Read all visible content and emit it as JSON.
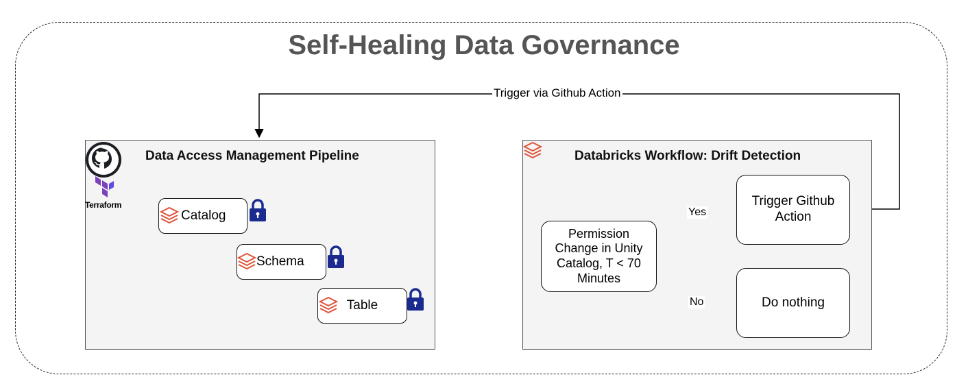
{
  "title": "Self-Healing Data Governance",
  "trigger_label": "Trigger via Github Action",
  "left_panel": {
    "title": "Data Access Management Pipeline",
    "terraform_label": "Terraform",
    "nodes": {
      "catalog": "Catalog",
      "schema": "Schema",
      "table": "Table"
    }
  },
  "right_panel": {
    "title": "Databricks Workflow: Drift Detection",
    "condition": "Permission\nChange in Unity\nCatalog, T < 70\nMinutes",
    "yes_label": "Yes",
    "no_label": "No",
    "trigger_node": "Trigger Github\nAction",
    "nothing_node": "Do nothing"
  },
  "colors": {
    "title": "#555555",
    "databricks": "#e0533a",
    "lock": "#1b2a8f",
    "terraform": "#7b42bc"
  }
}
